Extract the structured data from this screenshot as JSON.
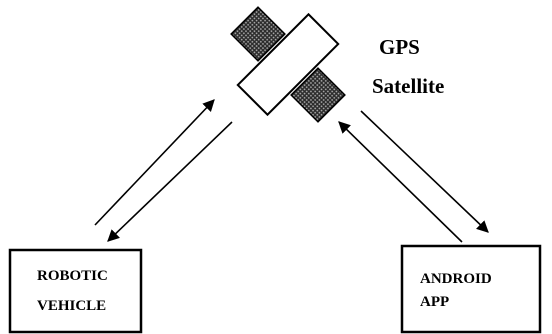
{
  "satellite": {
    "line1": "GPS",
    "line2": "Satellite"
  },
  "vehicle": {
    "line1": "ROBOTIC",
    "line2": "VEHICLE"
  },
  "app": {
    "line1": "ANDROID",
    "line2": "APP"
  },
  "colors": {
    "stroke": "#000000",
    "panel_fill": "#404040",
    "background": "#ffffff"
  }
}
